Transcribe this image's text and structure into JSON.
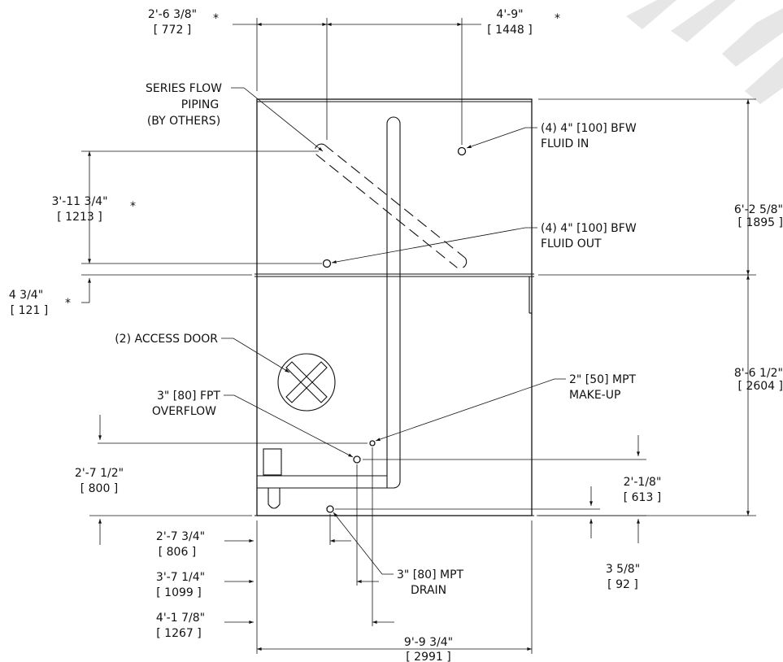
{
  "dimensions": {
    "left_to_piping": {
      "imperial": "2'-6 3/8\"",
      "metric": "[ 772 ]",
      "note": "*"
    },
    "left_to_inlet": {
      "imperial": "4'-9\"",
      "metric": "[ 1448 ]",
      "note": "*"
    },
    "outlet_to_inlet_height": {
      "imperial": "3'-11 3/4\"",
      "metric": "[ 1213 ]",
      "note": "*"
    },
    "outlet_to_section": {
      "imperial": "4 3/4\"",
      "metric": "[ 121 ]",
      "note": "*"
    },
    "upper_section_height": {
      "imperial": "6'-2 5/8\"",
      "metric": "[ 1895 ]"
    },
    "lower_section_height": {
      "imperial": "8'-6 1/2\"",
      "metric": "[ 2604 ]"
    },
    "makeup_height": {
      "imperial": "2'-7 1/2\"",
      "metric": "[ 800 ]"
    },
    "overflow_height": {
      "imperial": "2'-1/8\"",
      "metric": "[ 613 ]"
    },
    "drain_height": {
      "imperial": "3 5/8\"",
      "metric": "[ 92 ]"
    },
    "drain_offset": {
      "imperial": "2'-7 3/4\"",
      "metric": "[ 806 ]"
    },
    "overflow_offset": {
      "imperial": "3'-7 1/4\"",
      "metric": "[ 1099 ]"
    },
    "makeup_offset": {
      "imperial": "4'-1 7/8\"",
      "metric": "[ 1267 ]"
    },
    "overall_width": {
      "imperial": "9'-9 3/4\"",
      "metric": "[ 2991 ]"
    }
  },
  "callouts": {
    "series_flow": {
      "line1": "SERIES FLOW",
      "line2": "PIPING",
      "line3": "(BY OTHERS)"
    },
    "fluid_in": {
      "line1": "(4) 4\" [100] BFW",
      "line2": "FLUID IN"
    },
    "fluid_out": {
      "line1": "(4) 4\" [100] BFW",
      "line2": "FLUID OUT"
    },
    "access_door": {
      "line1": "(2) ACCESS DOOR"
    },
    "makeup": {
      "line1": "2\" [50] MPT",
      "line2": "MAKE-UP"
    },
    "overflow": {
      "line1": "3\" [80] FPT",
      "line2": "OVERFLOW"
    },
    "drain": {
      "line1": "3\" [80] MPT",
      "line2": "DRAIN"
    }
  },
  "colors": {
    "line": "#111111",
    "background": "#ffffff",
    "watermark": "#e6e6e6"
  }
}
